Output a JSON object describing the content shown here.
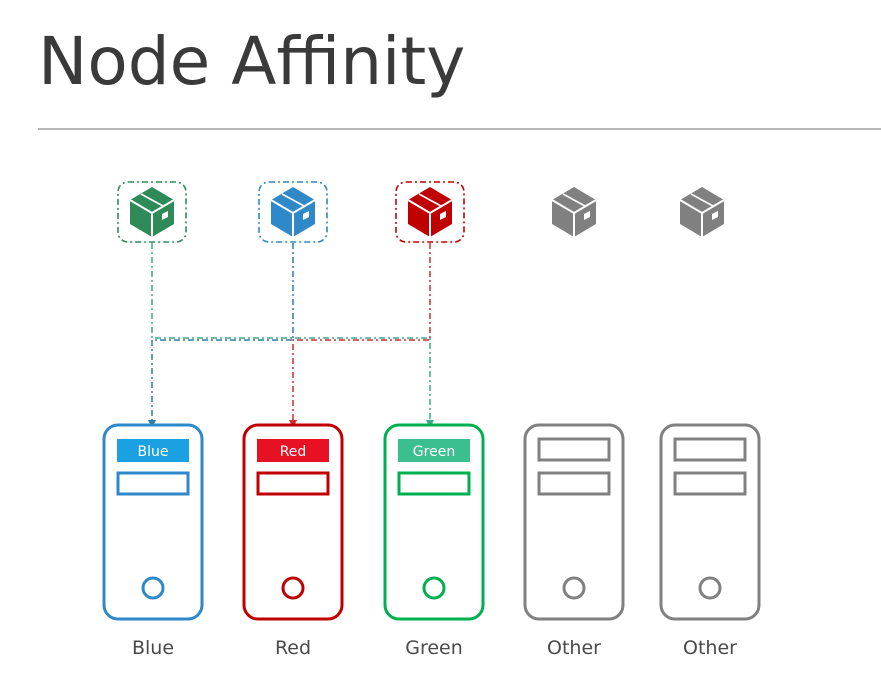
{
  "title": "Node Affinity",
  "colors": {
    "green": "#2e8b57",
    "blue": "#2f88c8",
    "red": "#c00000",
    "grey": "#808080",
    "blue_label": "#1ba1e2",
    "red_label": "#e81123",
    "green_label": "#3bbf8e",
    "green_node": "#00b050",
    "teal_line": "#3aa88a",
    "blue_line": "#2f7fa8",
    "red_line": "#d42c2c"
  },
  "pods": [
    {
      "color": "green",
      "icon": "box-icon",
      "selected": true
    },
    {
      "color": "blue",
      "icon": "box-icon",
      "selected": true
    },
    {
      "color": "red",
      "icon": "box-icon",
      "selected": true
    },
    {
      "color": "grey",
      "icon": "box-icon",
      "selected": false
    },
    {
      "color": "grey",
      "icon": "box-icon",
      "selected": false
    }
  ],
  "nodes": [
    {
      "label": "Blue",
      "caption": "Blue",
      "color": "blue"
    },
    {
      "label": "Red",
      "caption": "Red",
      "color": "red"
    },
    {
      "label": "Green",
      "caption": "Green",
      "color": "green"
    },
    {
      "label": "",
      "caption": "Other",
      "color": "grey"
    },
    {
      "label": "",
      "caption": "Other",
      "color": "grey"
    }
  ]
}
